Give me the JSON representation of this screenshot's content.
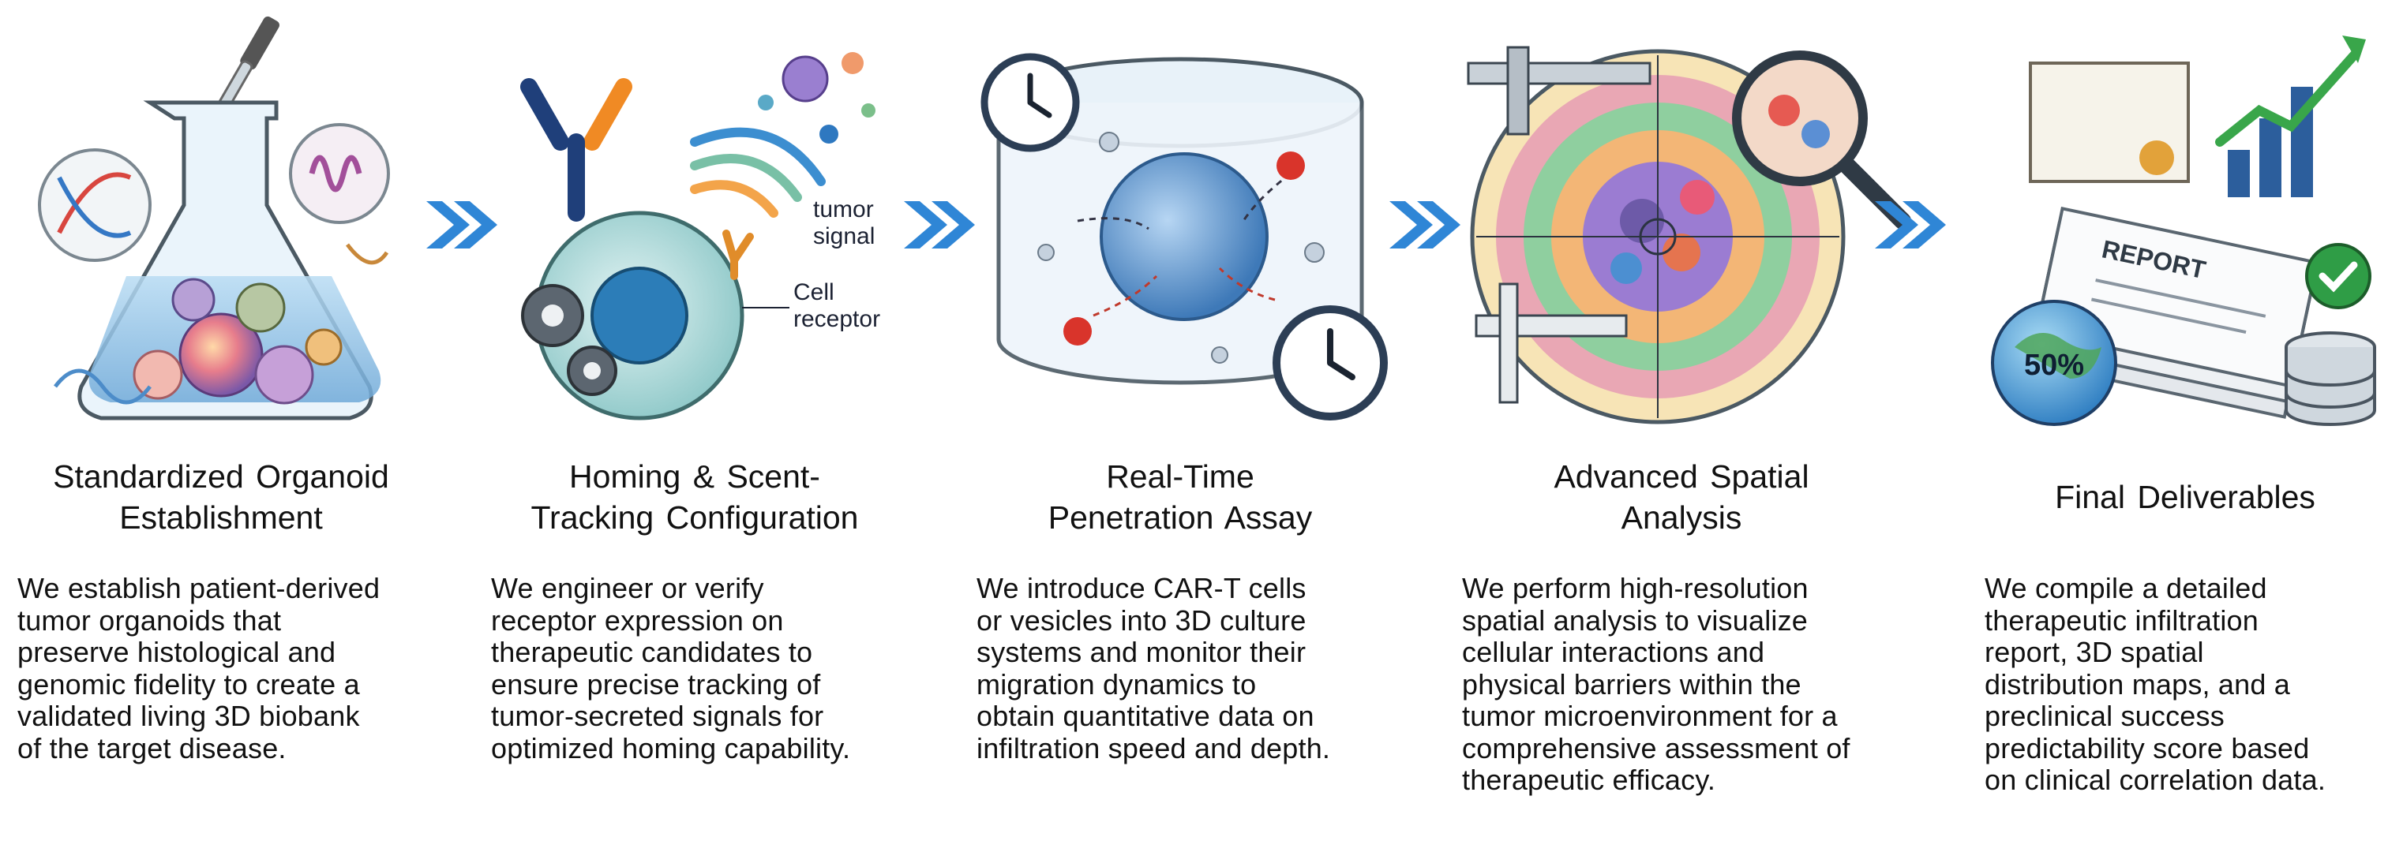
{
  "steps": [
    {
      "title": "Standardized Organoid\nEstablishment",
      "body": "We establish patient-derived\ntumor organoids that\npreserve histological and\ngenomic fidelity to create a\nvalidated living 3D biobank\nof the target disease."
    },
    {
      "title": "Homing & Scent-\nTracking Configuration",
      "body": "We engineer or verify\nreceptor expression on\ntherapeutic candidates to\nensure precise tracking of\ntumor-secreted signals for\noptimized homing capability.",
      "labels": {
        "signal": "tumor\nsignal",
        "receptor": "Cell\nreceptor"
      }
    },
    {
      "title": "Real-Time\nPenetration Assay",
      "body": "We introduce CAR-T cells\nor vesicles into 3D culture\nsystems and monitor their\nmigration dynamics to\nobtain quantitative data on\ninfiltration speed and depth."
    },
    {
      "title": "Advanced Spatial\nAnalysis",
      "body": "We perform high-resolution\nspatial analysis to visualize\ncellular interactions and\nphysical barriers within the\ntumor microenvironment for a\ncomprehensive assessment of\ntherapeutic efficacy."
    },
    {
      "title": "Final Deliverables",
      "body": "We compile a detailed\ntherapeutic infiltration\nreport, 3D spatial\ndistribution maps, and a\npreclinical success\npredictability score based\non clinical correlation data.",
      "labels": {
        "report": "REPORT",
        "score": "50%"
      }
    }
  ],
  "colors": {
    "chevron": "#2f86d6",
    "text": "#111111"
  }
}
